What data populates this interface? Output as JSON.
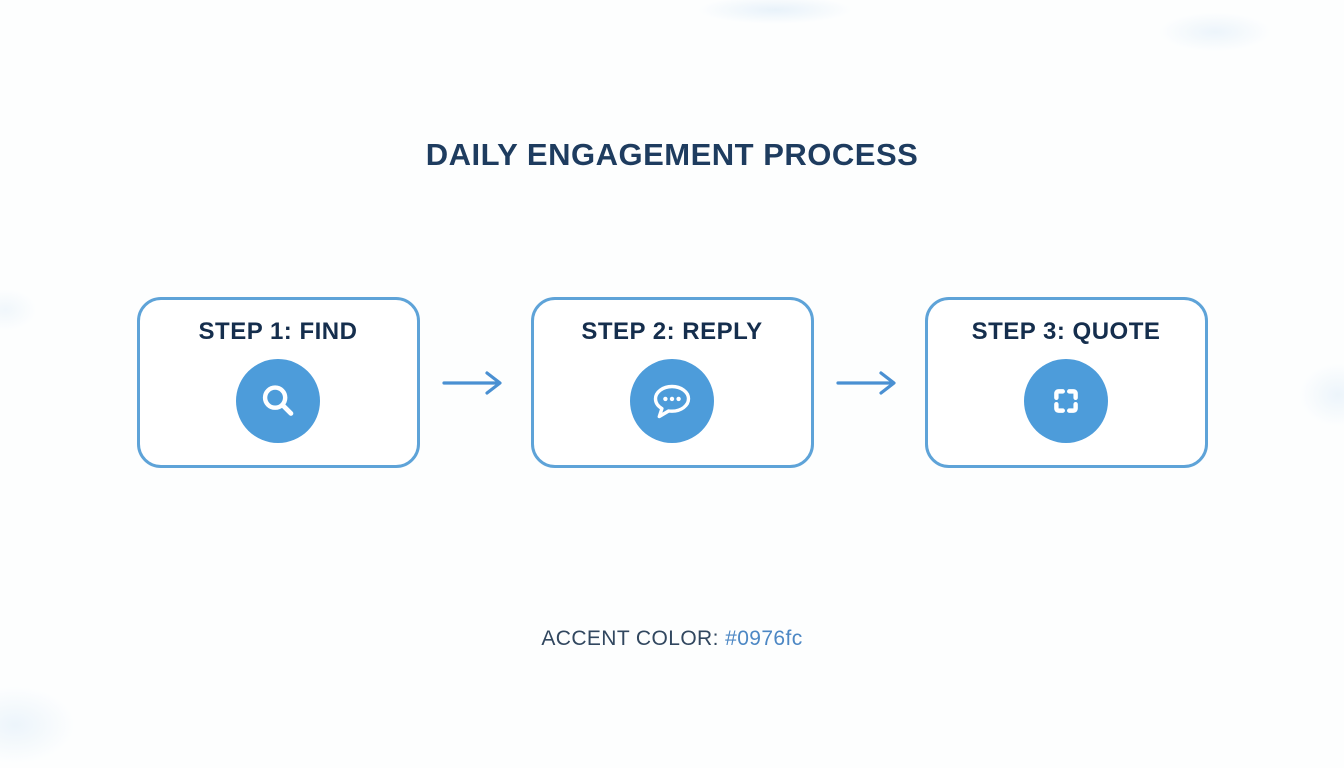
{
  "title": "DAILY ENGAGEMENT PROCESS",
  "steps": [
    {
      "label": "STEP 1: FIND",
      "icon": "search-icon"
    },
    {
      "label": "STEP 2: REPLY",
      "icon": "chat-bubble-icon"
    },
    {
      "label": "STEP 3: QUOTE",
      "icon": "quote-frame-icon"
    }
  ],
  "footer": {
    "label": "ACCENT COLOR:",
    "value": "#0976fc"
  },
  "colors": {
    "title_text": "#1e3c5f",
    "step_label_text": "#152e4d",
    "box_border": "#5ea3d8",
    "icon_circle_fill": "#4d9cda",
    "icon_glyph": "#ffffff",
    "arrow": "#4a90d2",
    "footer_label_text": "#31475f",
    "footer_value_text": "#4c87c4",
    "background": "#fdfefe"
  }
}
